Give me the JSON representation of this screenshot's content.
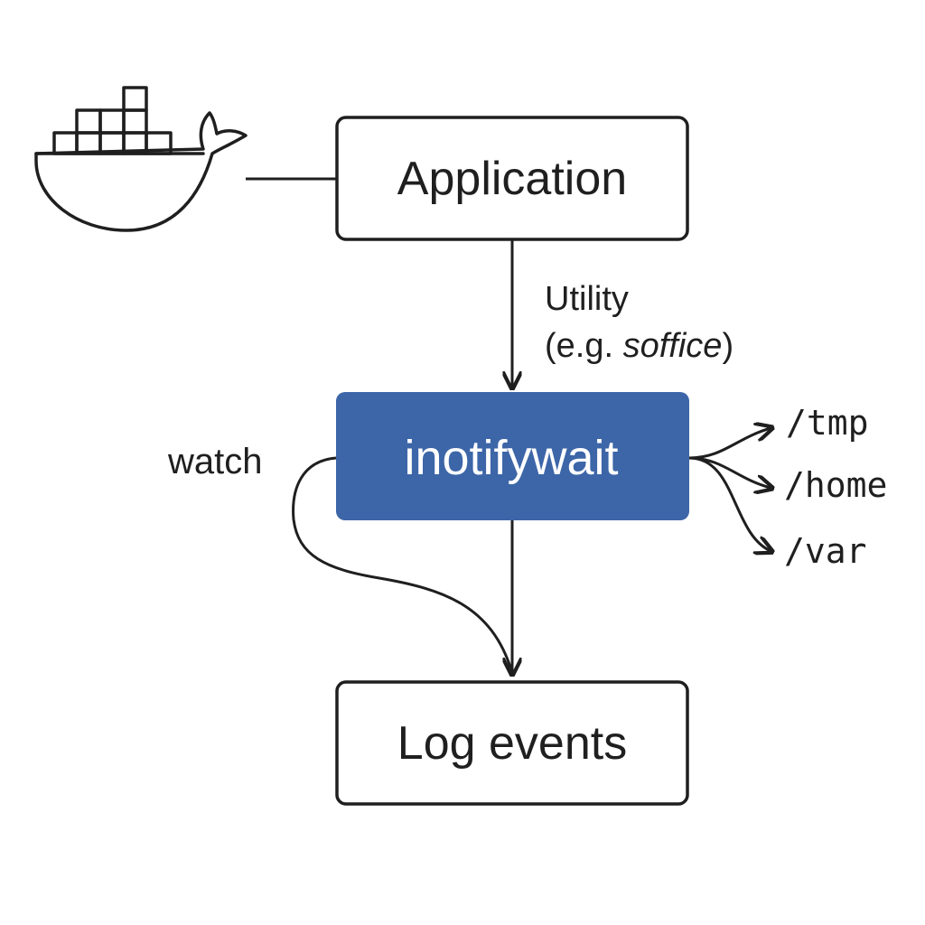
{
  "nodes": {
    "application": "Application",
    "inotifywait": "inotifywait",
    "log_events": "Log events"
  },
  "edges": {
    "utility_line1": "Utility",
    "utility_prefix": "(e.g. ",
    "utility_example": "soffice",
    "utility_suffix": ")",
    "watch": "watch"
  },
  "watched_paths": [
    "/tmp",
    "/home",
    "/var"
  ],
  "icons": {
    "container": "docker-whale-icon"
  },
  "colors": {
    "stroke": "#1f1f1f",
    "accent_fill": "#3d66a8",
    "accent_text": "#ffffff",
    "background": "#ffffff"
  }
}
